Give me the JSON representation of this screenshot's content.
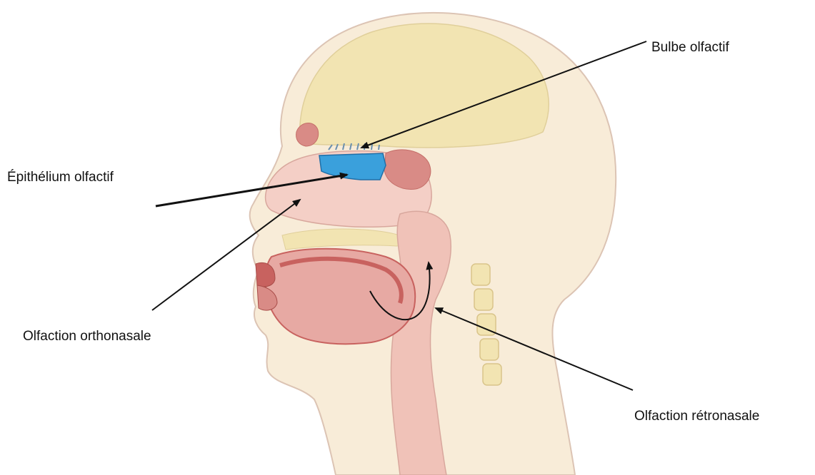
{
  "labels": {
    "bulbe_olfactif": "Bulbe olfactif",
    "epithelium_olfactif": "Épithélium olfactif",
    "olfaction_orthonasale": "Olfaction orthonasale",
    "olfaction_retronasale": "Olfaction rétronasale"
  },
  "colors": {
    "skin": "#f8ecd8",
    "bone": "#f2e4b2",
    "tissue": "#e7a9a3",
    "tissue_dark": "#c8625f",
    "cavity": "#f4cfc6",
    "epithelium": "#3aa0dc",
    "outline": "#c9a9a0",
    "arrow": "#111111"
  }
}
